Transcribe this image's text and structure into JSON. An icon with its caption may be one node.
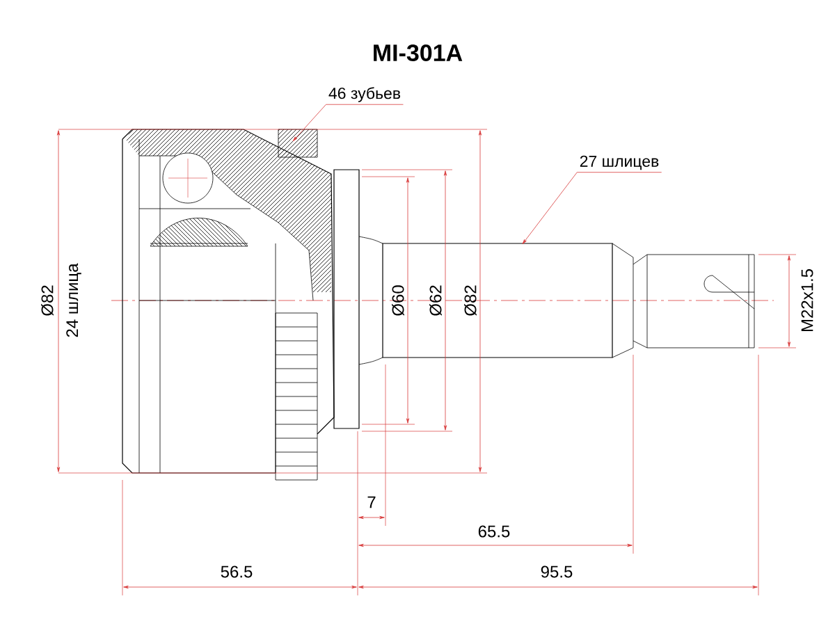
{
  "diagram": {
    "title": "MI-301A",
    "nodes": [
      {
        "text": [
          "46 зубьев"
        ]
      },
      {
        "text": [
          "27 шлицев"
        ]
      }
    ],
    "edges": [
      {
        "from": 0,
        "to": null,
        "arrow": "to"
      },
      {
        "from": 1,
        "to": null,
        "arrow": "to"
      }
    ],
    "labels": [
      "Ø82",
      "24 шлица",
      "Ø60",
      "Ø62",
      "Ø82",
      "M22x1.5",
      "7",
      "65.5",
      "56.5",
      "95.5"
    ]
  }
}
